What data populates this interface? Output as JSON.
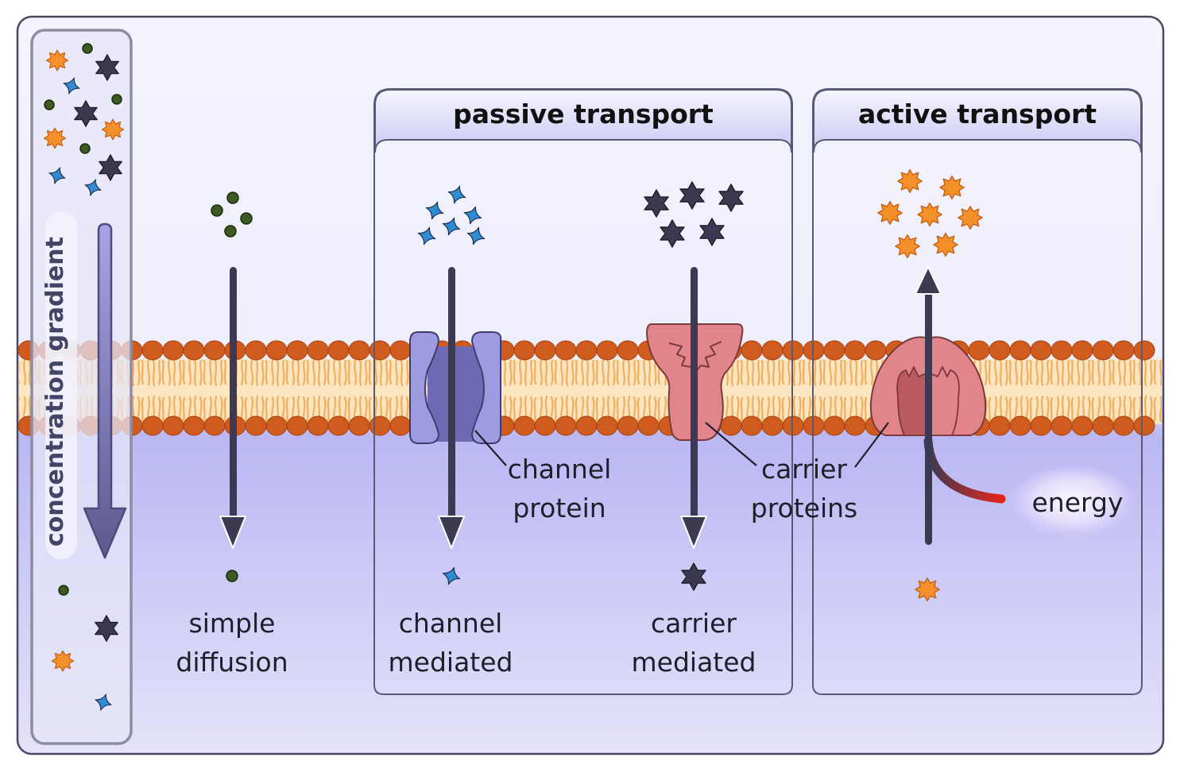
{
  "gradient": {
    "label": "concentration gradient"
  },
  "panels": {
    "passive": {
      "title": "passive transport"
    },
    "active": {
      "title": "active transport"
    }
  },
  "columns": {
    "simple": {
      "line1": "simple",
      "line2": "diffusion"
    },
    "channel": {
      "line1": "channel",
      "line2": "mediated"
    },
    "carrier": {
      "line1": "carrier",
      "line2": "mediated"
    }
  },
  "callouts": {
    "channel_protein": {
      "line1": "channel",
      "line2": "protein"
    },
    "carrier_proteins": {
      "line1": "carrier",
      "line2": "proteins"
    },
    "energy": "energy"
  },
  "colors": {
    "background": "#f1f1fc",
    "cytoplasm": "#bdbbf4",
    "head": "#cf5b1f",
    "tail": "#f2ae5e",
    "core": "#fbe6c1",
    "channel_protein": "#9e9be0",
    "carrier_protein": "#e2858a",
    "arrow": "#3b3a52",
    "orange_molecule": "#f3902a",
    "blue_molecule": "#2f8cd1",
    "green_molecule": "#3d5a22",
    "dark_molecule": "#3a3950",
    "energy": "#e0281e"
  }
}
